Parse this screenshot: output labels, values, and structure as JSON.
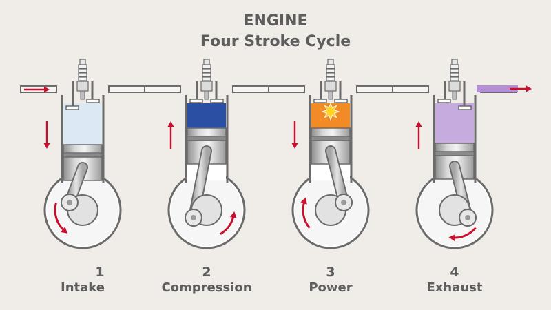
{
  "title": {
    "line1": "ENGINE",
    "line2": "Four Stroke Cycle"
  },
  "colors": {
    "background": "#f0ede9",
    "outline": "#6b6b6b",
    "arrow": "#c8102e",
    "intake_charge": "#dce8f4",
    "compression_charge": "#2b4fa3",
    "power_charge": "#f28a25",
    "exhaust_charge": "#c6abdf",
    "exhaust_flow": "#b48fd6"
  },
  "strokes": [
    {
      "number": "1",
      "label": "Intake"
    },
    {
      "number": "2",
      "label": "Compression"
    },
    {
      "number": "3",
      "label": "Power"
    },
    {
      "number": "4",
      "label": "Exhaust"
    }
  ]
}
